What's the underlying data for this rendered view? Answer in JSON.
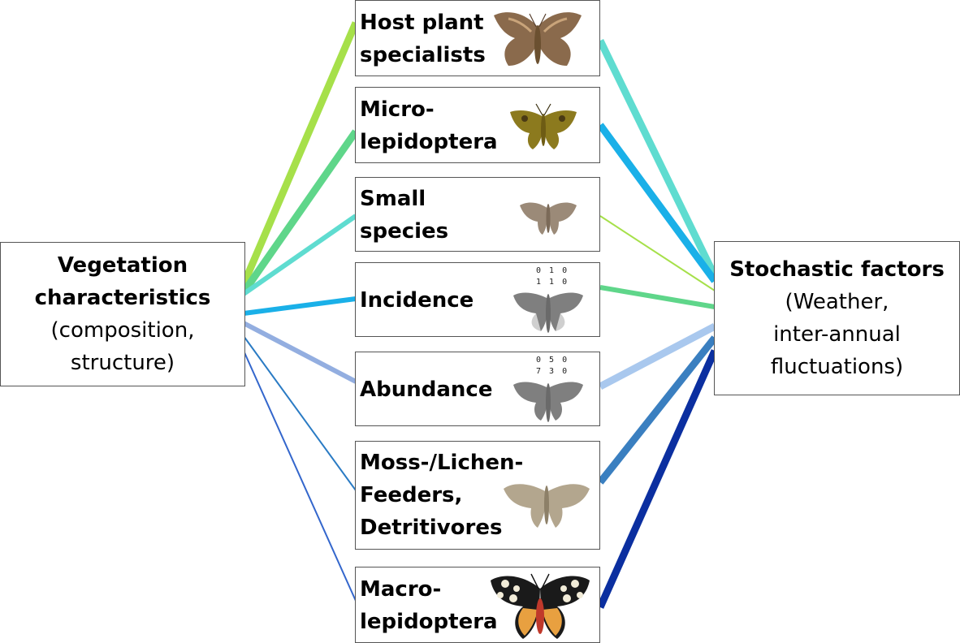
{
  "left_node": {
    "title": "Vegetation\ncharacteristics",
    "subtitle": "(composition,\nstructure)"
  },
  "right_node": {
    "title": "Stochastic factors",
    "subtitle": "(Weather,\ninter-annual\nfluctuations)"
  },
  "trait_nodes": [
    {
      "id": "host",
      "label": "Host plant\nspecialists",
      "icon": "moth-icon"
    },
    {
      "id": "micro",
      "label": "Micro-\nlepidoptera",
      "icon": "moth-icon"
    },
    {
      "id": "small",
      "label": "Small\nspecies",
      "icon": "moth-icon"
    },
    {
      "id": "incidence",
      "label": "Incidence",
      "icon": "moth-icon",
      "matrix": "0 1 0\n1 1 0"
    },
    {
      "id": "abundance",
      "label": "Abundance",
      "icon": "moth-icon",
      "matrix": "0 5 0\n7 3 0"
    },
    {
      "id": "moss",
      "label": "Moss-/Lichen-\nFeeders,\nDetritivores",
      "icon": "moth-icon"
    },
    {
      "id": "macro",
      "label": "Macro-\nlepidoptera",
      "icon": "moth-icon"
    }
  ],
  "connections": {
    "vegetation": [
      {
        "to": "host",
        "color": "#a6e04a",
        "strength": "strong"
      },
      {
        "to": "micro",
        "color": "#5fd68a",
        "strength": "strong"
      },
      {
        "to": "small",
        "color": "#5fdcd0",
        "strength": "medium"
      },
      {
        "to": "incidence",
        "color": "#1ab0e8",
        "strength": "medium"
      },
      {
        "to": "abundance",
        "color": "#93aee0",
        "strength": "medium"
      },
      {
        "to": "moss",
        "color": "#2a7bc4",
        "strength": "weak"
      },
      {
        "to": "macro",
        "color": "#3366cc",
        "strength": "weak"
      }
    ],
    "stochastic": [
      {
        "to": "host",
        "color": "#5fdcd0",
        "strength": "strong"
      },
      {
        "to": "micro",
        "color": "#1ab0e8",
        "strength": "strong"
      },
      {
        "to": "small",
        "color": "#a6e04a",
        "strength": "weak"
      },
      {
        "to": "incidence",
        "color": "#5fd68a",
        "strength": "medium"
      },
      {
        "to": "abundance",
        "color": "#a9c8ee",
        "strength": "strong"
      },
      {
        "to": "moss",
        "color": "#3a7fc0",
        "strength": "strong"
      },
      {
        "to": "macro",
        "color": "#0b2fa0",
        "strength": "strong"
      }
    ]
  }
}
